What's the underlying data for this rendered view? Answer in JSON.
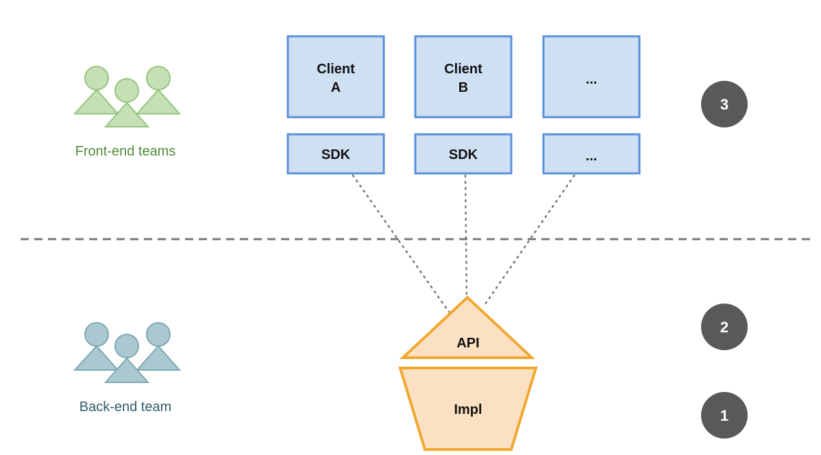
{
  "teams": {
    "frontend": {
      "label": "Front-end teams",
      "label_color": "#4e8a3a",
      "fill": "#c5e0b4",
      "stroke": "#94c47d",
      "icon": "people-group-icon"
    },
    "backend": {
      "label": "Back-end team",
      "label_color": "#2f5b6a",
      "fill": "#a9c8cf",
      "stroke": "#7fa8b2",
      "icon": "people-group-icon"
    }
  },
  "clients": [
    {
      "line1": "Client",
      "line2": "A"
    },
    {
      "line1": "Client",
      "line2": "B"
    },
    {
      "line1": "...",
      "line2": ""
    }
  ],
  "sdks": [
    {
      "label": "SDK"
    },
    {
      "label": "SDK"
    },
    {
      "label": "..."
    }
  ],
  "api": {
    "label": "API"
  },
  "impl": {
    "label": "Impl"
  },
  "badges": [
    {
      "label": "3"
    },
    {
      "label": "2"
    },
    {
      "label": "1"
    }
  ],
  "colors": {
    "box_fill": "#cfe0f3",
    "box_stroke": "#5b8fd8",
    "orange_fill": "#fbe0c3",
    "orange_stroke": "#f0a830",
    "badge_fill": "#595959",
    "divider": "#777777",
    "dotted": "#777777"
  }
}
